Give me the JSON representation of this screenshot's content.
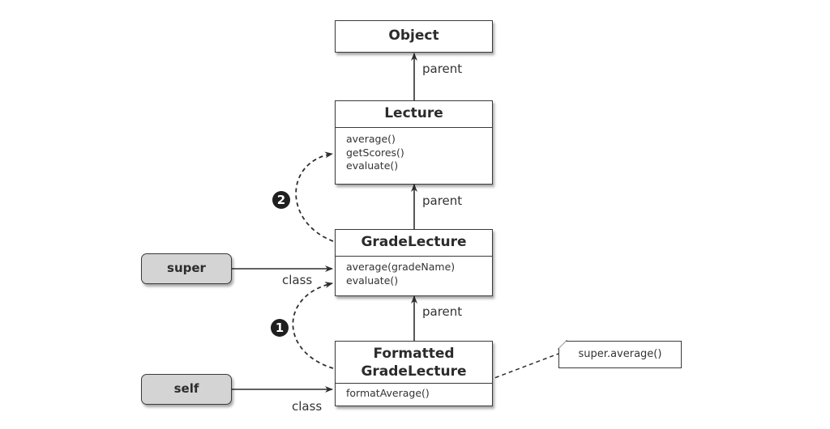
{
  "classes": {
    "object": {
      "name": "Object",
      "methods": []
    },
    "lecture": {
      "name": "Lecture",
      "methods": [
        "average()",
        "getScores()",
        "evaluate()"
      ]
    },
    "grade_lecture": {
      "name": "GradeLecture",
      "methods": [
        "average(gradeName)",
        "evaluate()"
      ]
    },
    "formatted_grade_lecture": {
      "name_line1": "Formatted",
      "name_line2": "GradeLecture",
      "methods": [
        "formatAverage()"
      ]
    }
  },
  "variables": {
    "super": "super",
    "self": "self"
  },
  "edge_labels": {
    "parent_1": "parent",
    "parent_2": "parent",
    "parent_3": "parent",
    "class_super": "class",
    "class_self": "class"
  },
  "steps": {
    "step_1": "1",
    "step_2": "2"
  },
  "note": {
    "text": "super.average()"
  },
  "colors": {
    "line": "#2f2f2f",
    "variable_fill": "#d4d4d4",
    "badge_fill": "#1f1f1f"
  }
}
